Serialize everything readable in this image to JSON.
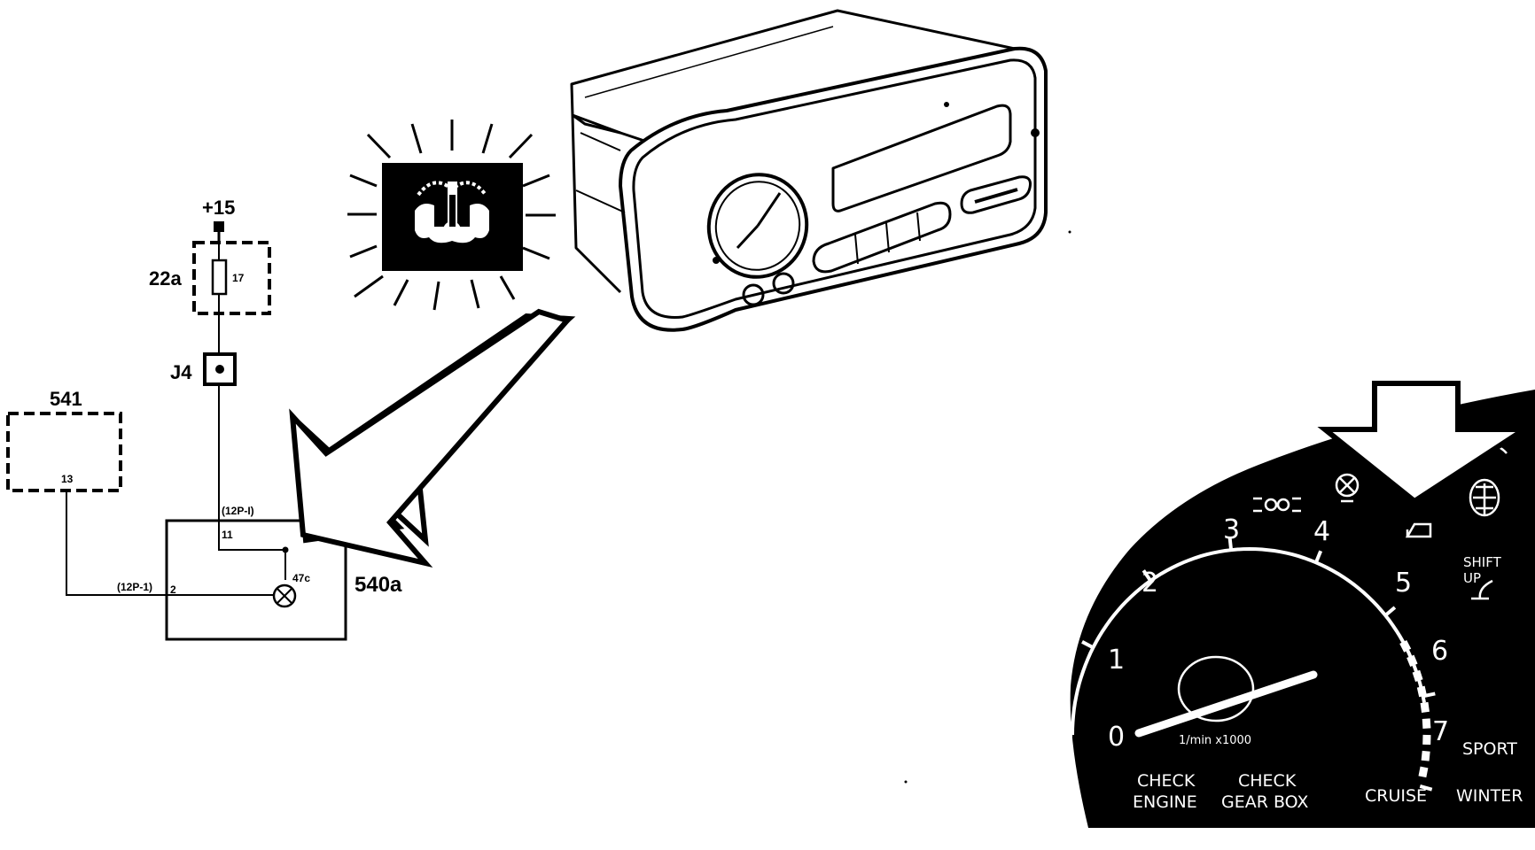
{
  "schematic": {
    "supply": "+15",
    "fuse_ref": "22a",
    "fuse_pin": "17",
    "junction": "J4",
    "ecu_ref": "541",
    "ecu_pin": "13",
    "cluster_ref": "540a",
    "connector_top": "(12P-I)",
    "connector_left": "(12P-1)",
    "pin_11": "11",
    "pin_2": "2",
    "lamp_ref": "47c"
  },
  "dial": {
    "scale_labels": [
      "0",
      "1",
      "2",
      "3",
      "4",
      "5",
      "6",
      "7"
    ],
    "unit": "1/min x1000",
    "check_engine": [
      "CHECK",
      "ENGINE"
    ],
    "check_gearbox": [
      "CHECK",
      "GEAR BOX"
    ],
    "cruise": "CRUISE",
    "winter": "WINTER",
    "sport": "SPORT",
    "shift_up": [
      "SHIFT",
      "UP"
    ]
  }
}
